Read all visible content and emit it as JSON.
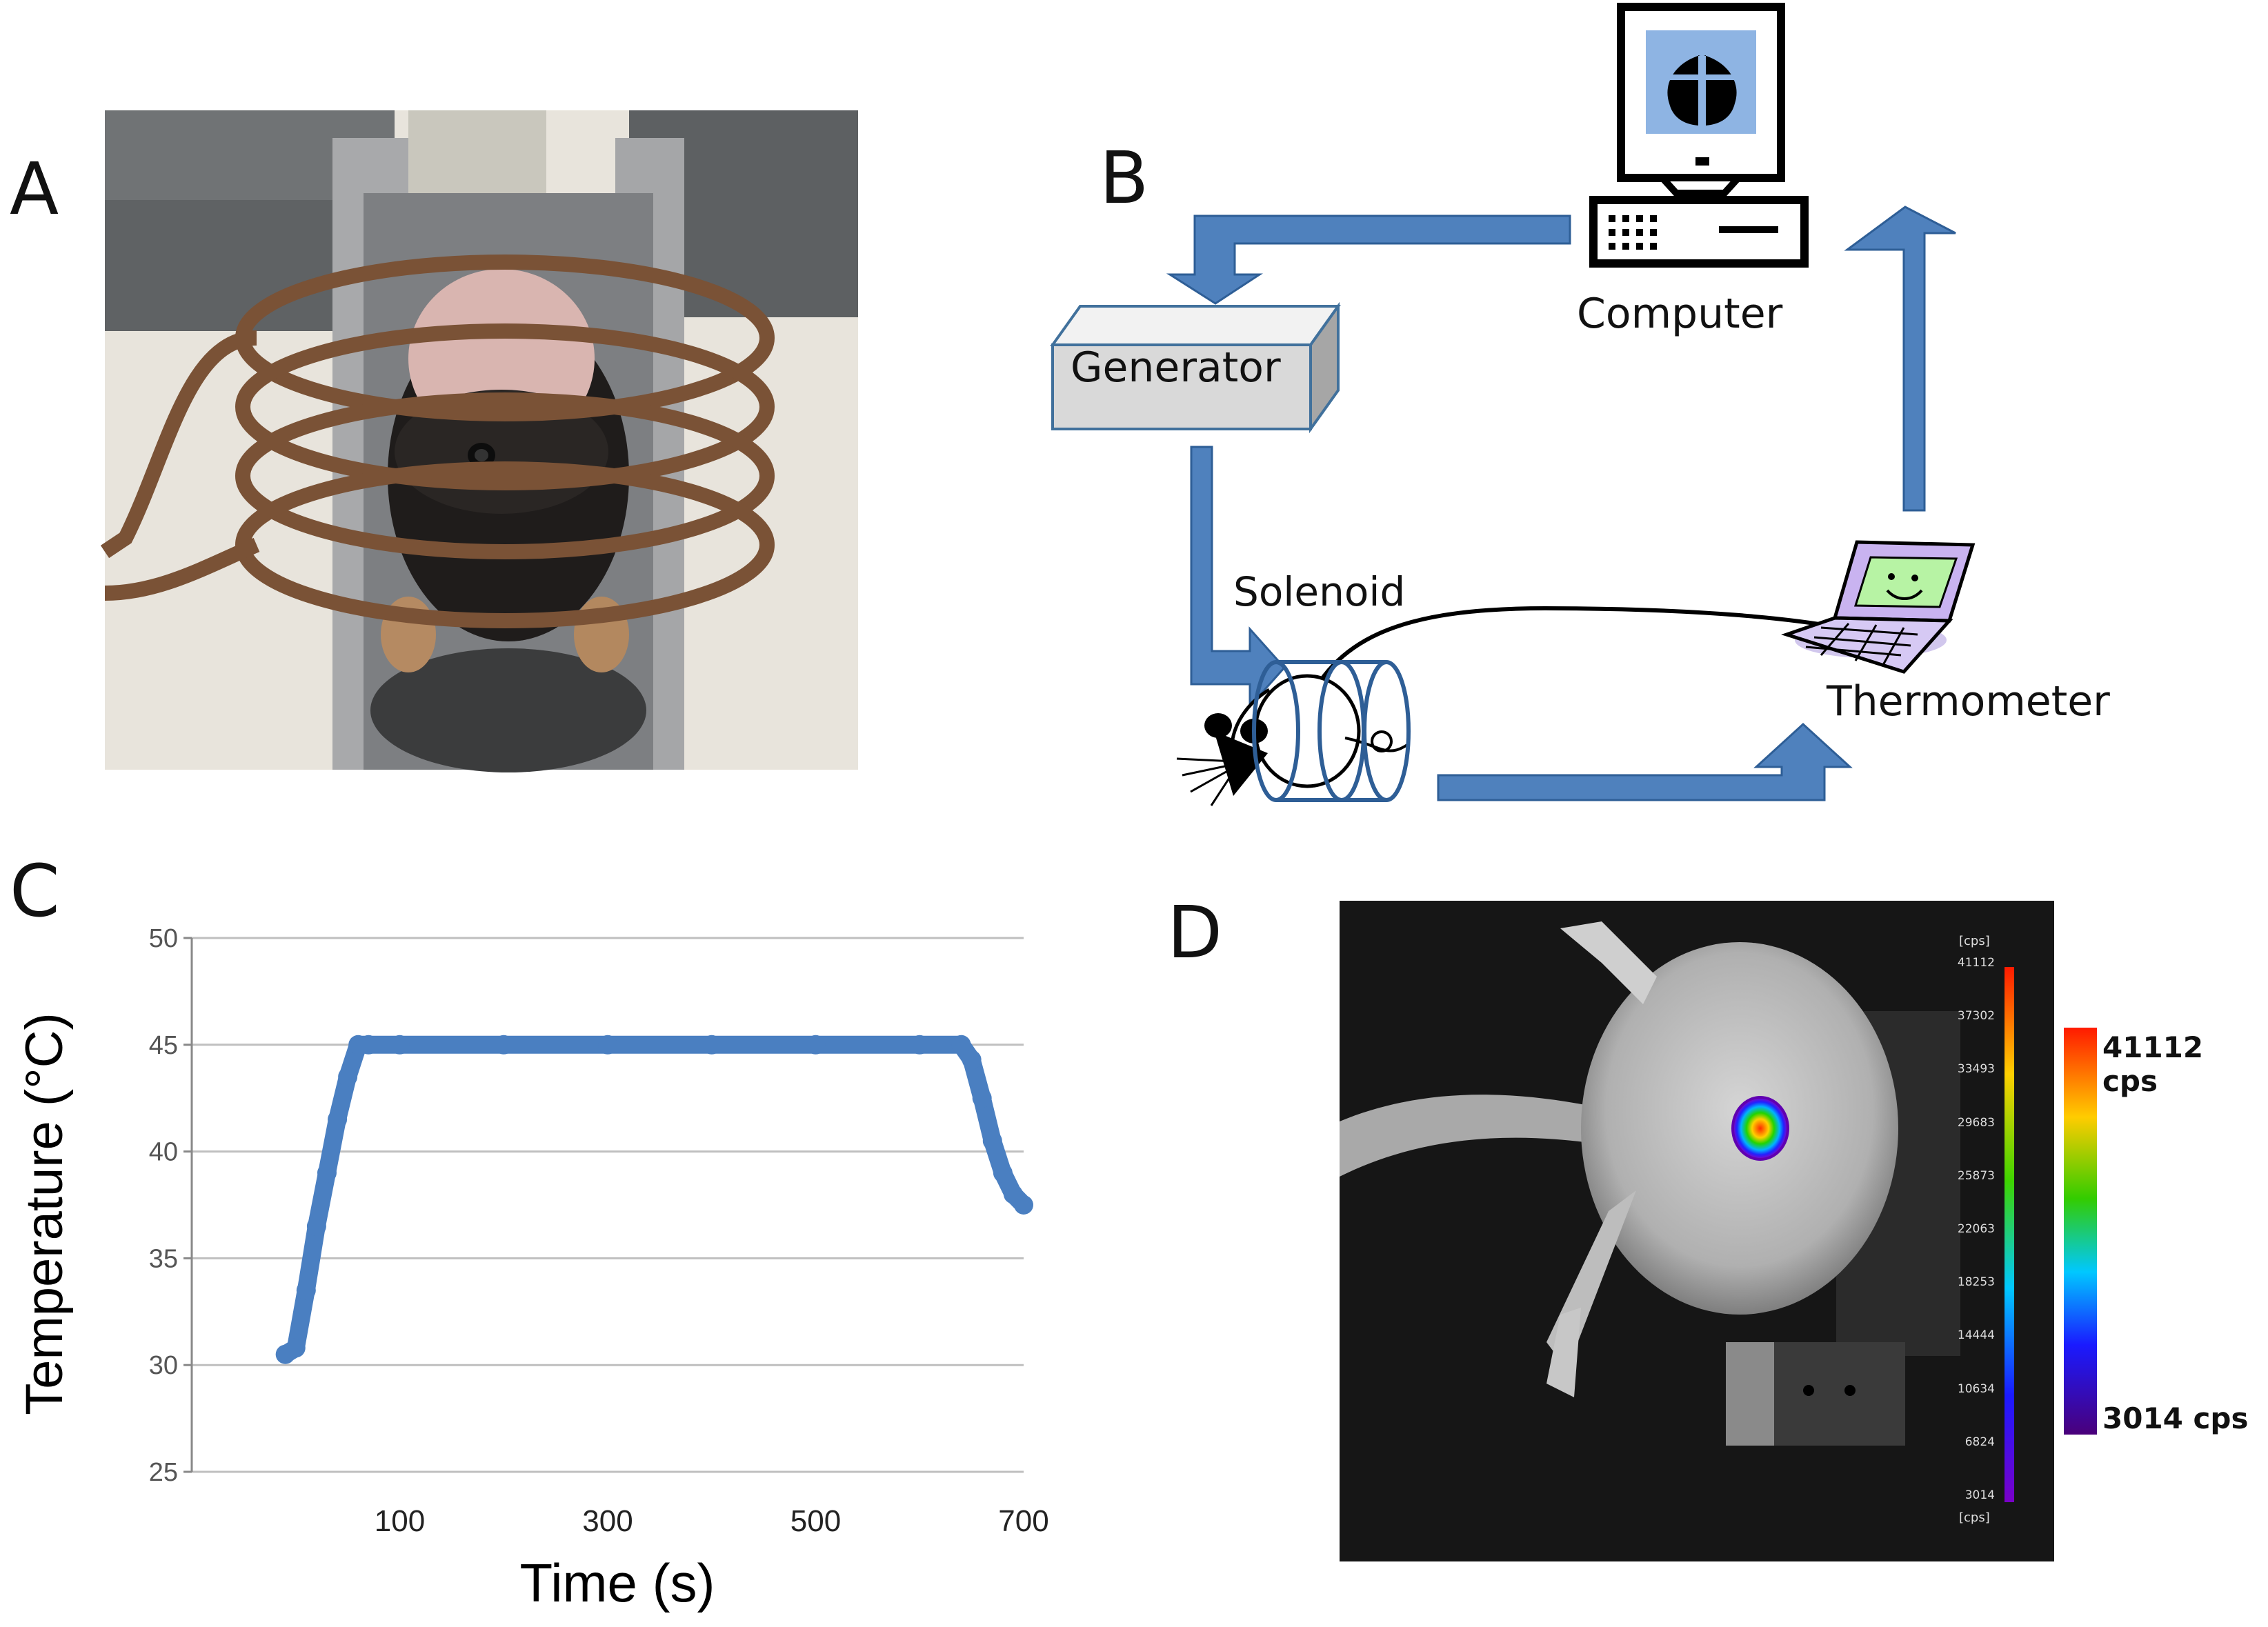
{
  "panels": {
    "a": {
      "letter": "A"
    },
    "b": {
      "letter": "B",
      "labels": {
        "computer": "Computer",
        "generator": "Generator",
        "solenoid": "Solenoid",
        "thermometer": "Thermometer"
      }
    },
    "c": {
      "letter": "C"
    },
    "d": {
      "letter": "D",
      "scale_unit": "[cps]",
      "scale_ticks": [
        "41112",
        "37302",
        "33493",
        "29683",
        "25873",
        "22063",
        "18253",
        "14444",
        "10634",
        "6824",
        "3014"
      ],
      "max_label": "41112 cps",
      "min_label": "3014 cps"
    }
  },
  "chart_data": {
    "type": "line",
    "xlabel": "Time (s)",
    "ylabel": "Temperature (°C)",
    "xlim": [
      -100,
      700
    ],
    "ylim": [
      25,
      50
    ],
    "xticks": [
      100,
      300,
      500,
      700
    ],
    "yticks": [
      25,
      30,
      35,
      40,
      45,
      50
    ],
    "grid": true,
    "color": "#4a7fc1",
    "series": [
      {
        "x": [
          -10,
          0,
          10,
          20,
          30,
          40,
          50,
          60,
          70,
          100,
          200,
          300,
          400,
          500,
          600,
          640,
          650,
          660,
          670,
          680,
          690,
          700
        ],
        "y": [
          30.5,
          30.8,
          33.5,
          36.5,
          39.0,
          41.5,
          43.5,
          45.0,
          45.0,
          45.0,
          45.0,
          45.0,
          45.0,
          45.0,
          45.0,
          45.0,
          44.3,
          42.5,
          40.5,
          39.0,
          38.0,
          37.5
        ]
      }
    ]
  }
}
